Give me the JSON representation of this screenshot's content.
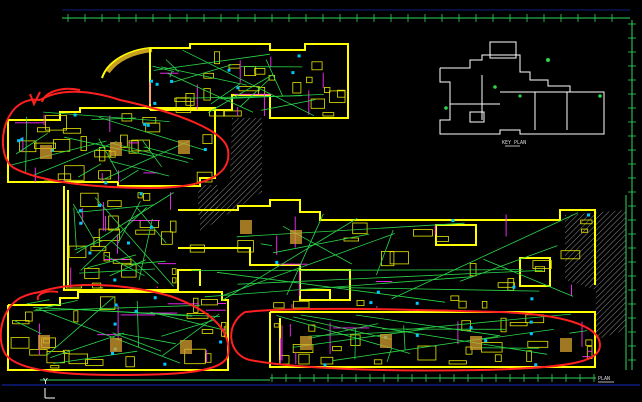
{
  "viewport": {
    "title": "",
    "axis_marker": "Y"
  },
  "key_plan": {
    "label": "KEY PLAN"
  },
  "main_plan": {
    "label": "PLAN"
  },
  "colors": {
    "background": "#000000",
    "walls": "#ffff00",
    "axis_grid": "#2fd65a",
    "hatch": "#8a8a8a",
    "red_markup": "#ff2020",
    "wiring": "#2bd64a",
    "magenta": "#ff2cff",
    "cyan": "#00c8ff",
    "white": "#ffffff",
    "frame_blue": "#1e3cff"
  },
  "icons": [
    "ucs-axis-icon"
  ]
}
